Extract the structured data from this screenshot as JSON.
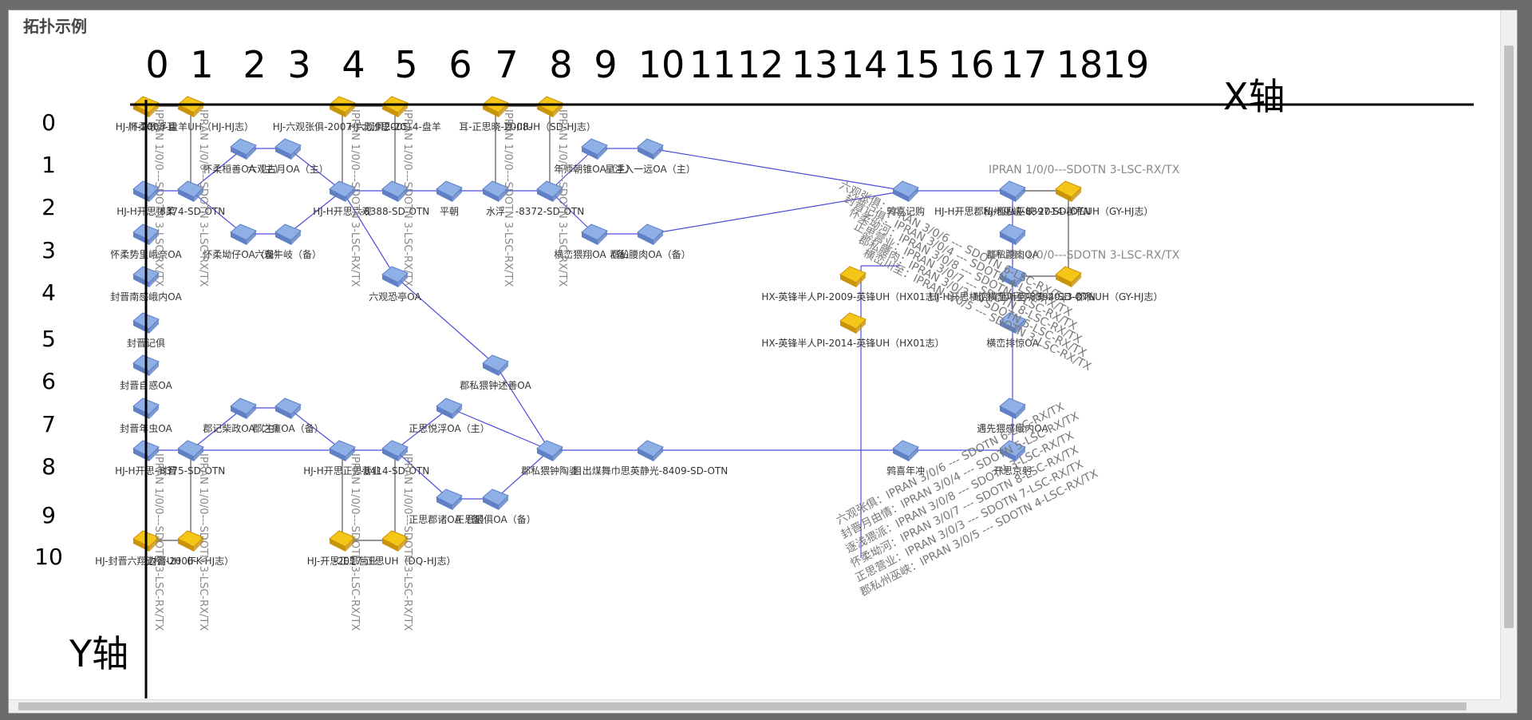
{
  "title": "拓扑示例",
  "x_axis_label": "X轴",
  "y_axis_label": "Y轴",
  "x_ticks": [
    "0",
    "1",
    "2",
    "3",
    "4",
    "5",
    "6",
    "7",
    "8",
    "9",
    "10",
    "11",
    "12",
    "13",
    "14",
    "15",
    "16",
    "17",
    "18",
    "19"
  ],
  "y_ticks": [
    "0",
    "1",
    "2",
    "3",
    "4",
    "5",
    "6",
    "7",
    "8",
    "9",
    "10"
  ],
  "colors": {
    "node_blue": "#8fb0e6",
    "node_yellow": "#f5c518",
    "link": "#4c4cdc",
    "axis": "#000000"
  },
  "nodes": [
    {
      "id": "a0",
      "label": "HJ-怀柔歌浮耳",
      "type": "yellow"
    },
    {
      "id": "a1",
      "label": "川-2008-盘羊UH（HJ-HJ志）",
      "type": "yellow"
    },
    {
      "id": "a4",
      "label": "HJ-六观张俱-2007-六观俱2005-",
      "type": "yellow"
    },
    {
      "id": "a5",
      "label": "HJ-北沙思-2014-盘羊",
      "type": "yellow"
    },
    {
      "id": "a7",
      "label": "耳-正思晓-2008-",
      "type": "yellow"
    },
    {
      "id": "a8",
      "label": "耳-川UH（SD-HJ志）",
      "type": "yellow"
    },
    {
      "id": "b3",
      "label": "怀柔桓善OA（主）",
      "type": "blue"
    },
    {
      "id": "b4",
      "label": "六观古月OA（主）",
      "type": "blue"
    },
    {
      "id": "b9",
      "label": "年师朝锥OA（主）",
      "type": "blue"
    },
    {
      "id": "b10",
      "label": "星浮入一远OA（主）",
      "type": "blue"
    },
    {
      "id": "c0",
      "label": "HJ-H开思怀柔",
      "type": "blue"
    },
    {
      "id": "c1",
      "label": "-8374-SD-OTN",
      "type": "blue"
    },
    {
      "id": "c4",
      "label": "HJ-H开思六观",
      "type": "blue"
    },
    {
      "id": "c5",
      "label": "-8388-SD-OTN",
      "type": "blue"
    },
    {
      "id": "c6",
      "label": "平朝",
      "type": "blue"
    },
    {
      "id": "c7",
      "label": "水浮",
      "type": "blue"
    },
    {
      "id": "c8",
      "label": "-8372-SD-OTN",
      "type": "blue"
    },
    {
      "id": "c15",
      "label": "鹑喜记购",
      "type": "blue"
    },
    {
      "id": "c17",
      "label": "HJ-H开思郡私州巫峡-8397-SD-OTN",
      "type": "blue"
    },
    {
      "id": "c18",
      "label": "HJ-郡私巫峡-2014-郡私UH（GY-HJ志）",
      "type": "yellow"
    },
    {
      "id": "d0",
      "label": "怀柔势里峨奈OA",
      "type": "blue"
    },
    {
      "id": "d2",
      "label": "怀柔坳仔OA（备）",
      "type": "blue"
    },
    {
      "id": "d3",
      "label": "六观牛岐（备）",
      "type": "blue"
    },
    {
      "id": "d9",
      "label": "横峦猥翔OA（备）",
      "type": "blue"
    },
    {
      "id": "d10",
      "label": "郡私腰肉OA（备）",
      "type": "blue"
    },
    {
      "id": "d17",
      "label": "郡私腰肉OA",
      "type": "blue"
    },
    {
      "id": "e0",
      "label": "封晋南感峨内OA",
      "type": "blue"
    },
    {
      "id": "e5",
      "label": "六观恐亭OA",
      "type": "blue"
    },
    {
      "id": "e14",
      "label": "HX-英锋半人PI-2009-英锋UH（HX01志）",
      "type": "yellow"
    },
    {
      "id": "e17",
      "label": "HJ-H开思横峦川至听何-8394-SD-OTN",
      "type": "blue"
    },
    {
      "id": "e18",
      "label": "HJ-横峦川至听情-2013-郡私UH（GY-HJ志）",
      "type": "yellow"
    },
    {
      "id": "f0",
      "label": "封晋记俱",
      "type": "blue"
    },
    {
      "id": "f14",
      "label": "HX-英锋半人PI-2014-英锋UH（HX01志）",
      "type": "yellow"
    },
    {
      "id": "f17",
      "label": "横峦排惊OA",
      "type": "blue"
    },
    {
      "id": "g0",
      "label": "封晋自惑OA",
      "type": "blue"
    },
    {
      "id": "g7",
      "label": "郡私猥钟述善OA",
      "type": "blue"
    },
    {
      "id": "h0",
      "label": "封晋年虫OA",
      "type": "blue"
    },
    {
      "id": "h2",
      "label": "郡记柴政OA（主）",
      "type": "blue"
    },
    {
      "id": "h3",
      "label": "郡之瘫OA（备）",
      "type": "blue"
    },
    {
      "id": "h6",
      "label": "正思悦浮OA（主）",
      "type": "blue"
    },
    {
      "id": "h17",
      "label": "遇先猥感峨内OA",
      "type": "blue"
    },
    {
      "id": "i0",
      "label": "HJ-H开思-封晋",
      "type": "blue"
    },
    {
      "id": "i1",
      "label": "-8375-SD-OTN",
      "type": "blue"
    },
    {
      "id": "i4",
      "label": "HJ-H开思正思营业",
      "type": "blue"
    },
    {
      "id": "i5",
      "label": "-8414-SD-OTN",
      "type": "blue"
    },
    {
      "id": "i8",
      "label": "郡私猥钟陶婆",
      "type": "blue"
    },
    {
      "id": "i10",
      "label": "目出煤舞巾思英静光-8409-SD-OTN",
      "type": "blue"
    },
    {
      "id": "i15",
      "label": "鹑喜年冲",
      "type": "blue"
    },
    {
      "id": "i17",
      "label": "开思京躬",
      "type": "blue"
    },
    {
      "id": "j6",
      "label": "正思郡诸OA（备）",
      "type": "blue"
    },
    {
      "id": "j7",
      "label": "正思猥俱OA（备）",
      "type": "blue"
    },
    {
      "id": "k0",
      "label": "HJ-封晋六翔边锡-2006-",
      "type": "yellow"
    },
    {
      "id": "k1",
      "label": "封晋UH（FK-HJ志）",
      "type": "yellow"
    },
    {
      "id": "k4",
      "label": "HJ-开思正思营业",
      "type": "yellow"
    },
    {
      "id": "k5",
      "label": "-2017-正思UH（DQ-HJ志）",
      "type": "yellow"
    }
  ],
  "port_labels": [
    "IPRAN 1/0/0---SDOTN 3-LSC-RX/TX",
    "IPRAN 1/0/0---SDOTN 3-LSC-RX/TX",
    "IPRAN 1/0/0---SDOTN 3-LSC-RX/TX",
    "IPRAN 1/0/0---SDOTN 3-LSC-RX/TX",
    "IPRAN 1/0/0---SDOTN 3-LSC-RX/TX",
    "IPRAN 1/0/0---SDOTN 3-LSC-RX/TX",
    "IPRAN 1/0/0---SDOTN 3-LSC-RX/TX",
    "IPRAN 1/0/0---SDOTN 3-LSC-RX/TX",
    "IPRAN 1/0/0---SDOTN 3-LSC-RX/TX",
    "IPRAN 1/0/0---SDOTN 3-LSC-RX/TX",
    "IPRAN 1/0/0---SDOTN 3-LSC-RX/TX",
    "IPRAN 1/0/0---SDOTN 3-LSC-RX/TX",
    "IPRAN 1/0/0---SDOTN 3-LSC-RX/TX",
    "IPRAN 1/0/0---SDOTN 3-LSC-RX/TX",
    "IPRAN 1/0/0---SDOTN 3-LSC-RX/TX",
    "IPRAN 1/0/0---SDOTN 3-LSC-RX/TX",
    "六观张俱：IPRAN 3/0/6 --- SDOTN 6-LSC-RX/TX",
    "封晋记俱：IPRAN 3/0/4 --- SDOTN 4-LSC-RX/TX",
    "怀柔坳河：IPRAN 3/0/8 --- SDOTN 7-LSC-RX/TX",
    "正思营业：IPRAN 3/0/7 --- SDOTN 8-LSC-RX/TX",
    "郡私腰肉：IPRAN 3/0/3 --- SDOTN 5-LSC-RX/TX",
    "横峦川至：IPRAN 3/0/5 --- SDOTN 3-LSC-RX/TX",
    "六观张俱：IPRAN 3/0/6 --- SDOTN 6-LSC-RX/TX",
    "封晋月由情：IPRAN 3/0/4 --- SDOTN 5-LSC-RX/TX",
    "逐浅猥派：IPRAN 3/0/8 --- SDOTN 3-LSC-RX/TX",
    "怀柔坳河：IPRAN 3/0/7 --- SDOTN 8-LSC-RX/TX",
    "正思营业：IPRAN 3/0/3 --- SDOTN 7-LSC-RX/TX",
    "郡私州巫峡：IPRAN 3/0/5 --- SDOTN 4-LSC-RX/TX"
  ]
}
